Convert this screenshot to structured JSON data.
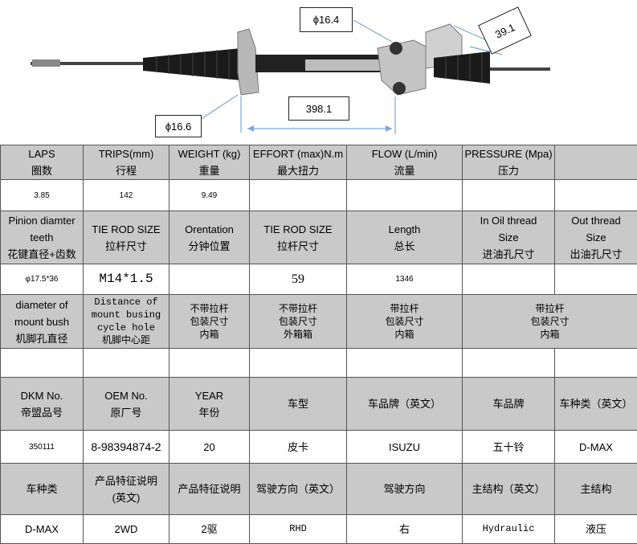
{
  "dimensions": {
    "phi_top": "ϕ16.4",
    "angle_len": "39.1",
    "distance": "398.1",
    "phi_bottom": "ϕ16.6"
  },
  "rows": [
    {
      "kind": "hdr",
      "cells": [
        [
          "LAPS",
          "圈数"
        ],
        [
          "TRIPS(mm)",
          "行程"
        ],
        [
          "WEIGHT (kg)",
          "重量"
        ],
        [
          "EFFORT (max)N.m",
          "最大扭力"
        ],
        [
          "FLOW (L/min)",
          "流量"
        ],
        [
          "PRESSURE (Mpa)",
          "压力"
        ],
        [
          ""
        ]
      ]
    },
    {
      "kind": "val",
      "cells": [
        [
          "3.85"
        ],
        [
          "142"
        ],
        [
          "9.49"
        ],
        [
          ""
        ],
        [
          ""
        ],
        [
          ""
        ],
        [
          ""
        ]
      ]
    },
    {
      "kind": "hdr",
      "cells": [
        [
          "Pinion diamter",
          "teeth",
          "花键直径+齿数"
        ],
        [
          "TIE ROD SIZE",
          "拉杆尺寸"
        ],
        [
          "Orentation",
          "分钟位置"
        ],
        [
          "TIE ROD SIZE",
          "拉杆尺寸"
        ],
        [
          "Length",
          "总长"
        ],
        [
          "In Oil thread",
          "Size",
          "进油孔尺寸"
        ],
        [
          "Out thread",
          "Size",
          "出油孔尺寸"
        ]
      ]
    },
    {
      "kind": "val",
      "cells": [
        [
          "φ17.5*36"
        ],
        [
          "M14*1.5"
        ],
        [
          ""
        ],
        [
          "59"
        ],
        [
          "1346"
        ],
        [
          ""
        ],
        [
          ""
        ]
      ]
    },
    {
      "kind": "hdr",
      "cells": [
        [
          "diameter of",
          "mount bush",
          "机脚孔直径"
        ],
        [
          "Distance of",
          "mount busing",
          "cycle hole",
          "机脚中心距"
        ],
        [
          "不带拉杆",
          "包装尺寸",
          "内箱"
        ],
        [
          "不带拉杆",
          "包装尺寸",
          "外箱箱"
        ],
        [
          "带拉杆",
          "包装尺寸",
          "内箱"
        ],
        [
          "带拉杆",
          "包装尺寸",
          "内箱"
        ]
      ]
    },
    {
      "kind": "val",
      "cells": [
        [
          ""
        ],
        [
          ""
        ],
        [
          ""
        ],
        [
          ""
        ],
        [
          ""
        ],
        [
          ""
        ],
        [
          ""
        ]
      ]
    },
    {
      "kind": "hdr",
      "cells": [
        [
          "DKM No.",
          "帝盟品号"
        ],
        [
          "OEM No.",
          "原厂号"
        ],
        [
          "YEAR",
          "年份"
        ],
        [
          "车型"
        ],
        [
          "车品牌（英文）"
        ],
        [
          "车品牌"
        ],
        [
          "车种类（英文）"
        ]
      ]
    },
    {
      "kind": "val",
      "cells": [
        [
          "350111"
        ],
        [
          "8-98394874-2"
        ],
        [
          "20"
        ],
        [
          "皮卡"
        ],
        [
          "ISUZU"
        ],
        [
          "五十铃"
        ],
        [
          "D-MAX"
        ]
      ]
    },
    {
      "kind": "hdr",
      "cells": [
        [
          "车种类"
        ],
        [
          "产品特征说明",
          "(英文)"
        ],
        [
          "产品特征说明"
        ],
        [
          "驾驶方向（英文）"
        ],
        [
          "驾驶方向"
        ],
        [
          "主结构（英文）"
        ],
        [
          "主结构"
        ]
      ]
    },
    {
      "kind": "val",
      "cells": [
        [
          "D-MAX"
        ],
        [
          "2WD"
        ],
        [
          "2驱"
        ],
        [
          "RHD"
        ],
        [
          "右"
        ],
        [
          "Hydraulic"
        ],
        [
          "液压"
        ]
      ]
    }
  ]
}
